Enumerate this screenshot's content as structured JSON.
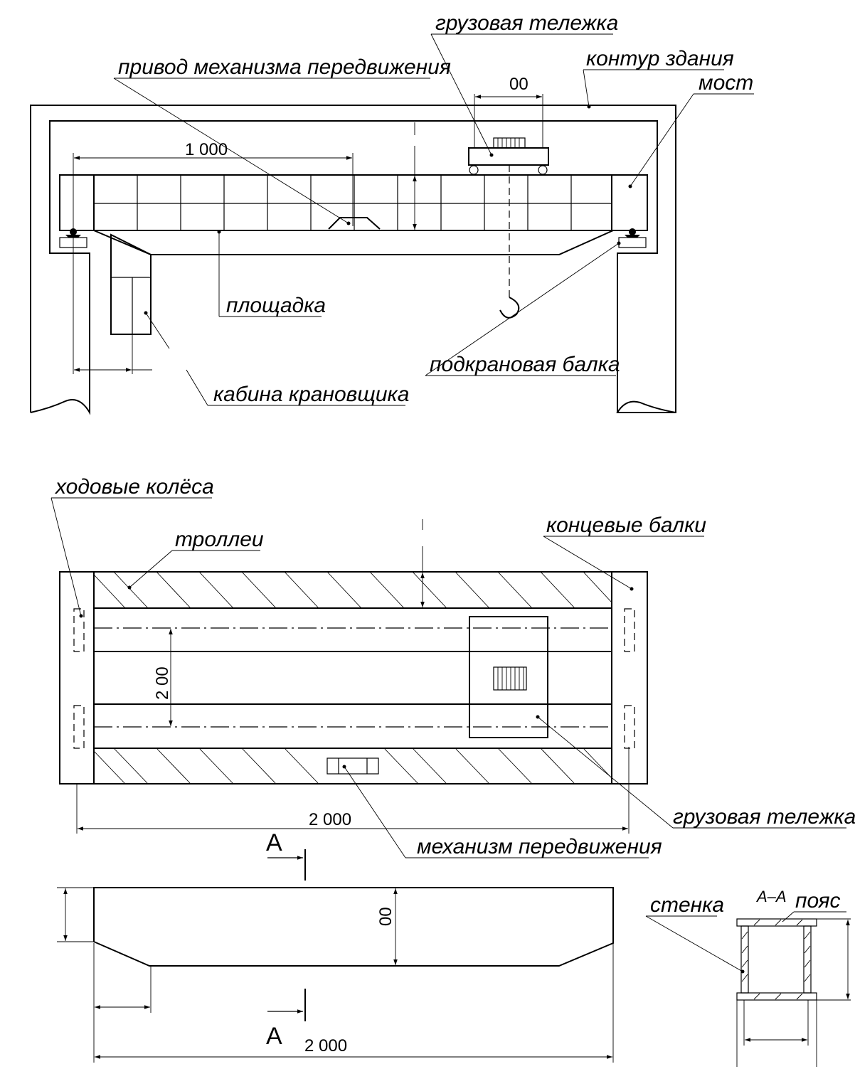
{
  "labels": {
    "cargo_trolley_top": "грузовая тележка",
    "drive_mechanism": "привод механизма передвижения",
    "building_contour": "контур здания",
    "bridge": "мост",
    "platform": "площадка",
    "crane_runway_beam": "подкрановая балка",
    "operator_cabin": "кабина крановщика",
    "running_wheels": "ходовые колёса",
    "trolleys": "троллеи",
    "end_beams": "концевые балки",
    "cargo_trolley_plan": "грузовая тележка",
    "travel_mechanism": "механизм передвижения",
    "web": "стенка",
    "flange": "пояс",
    "section_aa": "А–А",
    "section_mark": "А"
  },
  "dimensions": {
    "trolley_gauge": "00",
    "bridge_left_dim": "1 000",
    "plan_span_vertical": "2 00",
    "plan_length": "2 000",
    "girder_height": "00",
    "girder_length": "2 000"
  }
}
